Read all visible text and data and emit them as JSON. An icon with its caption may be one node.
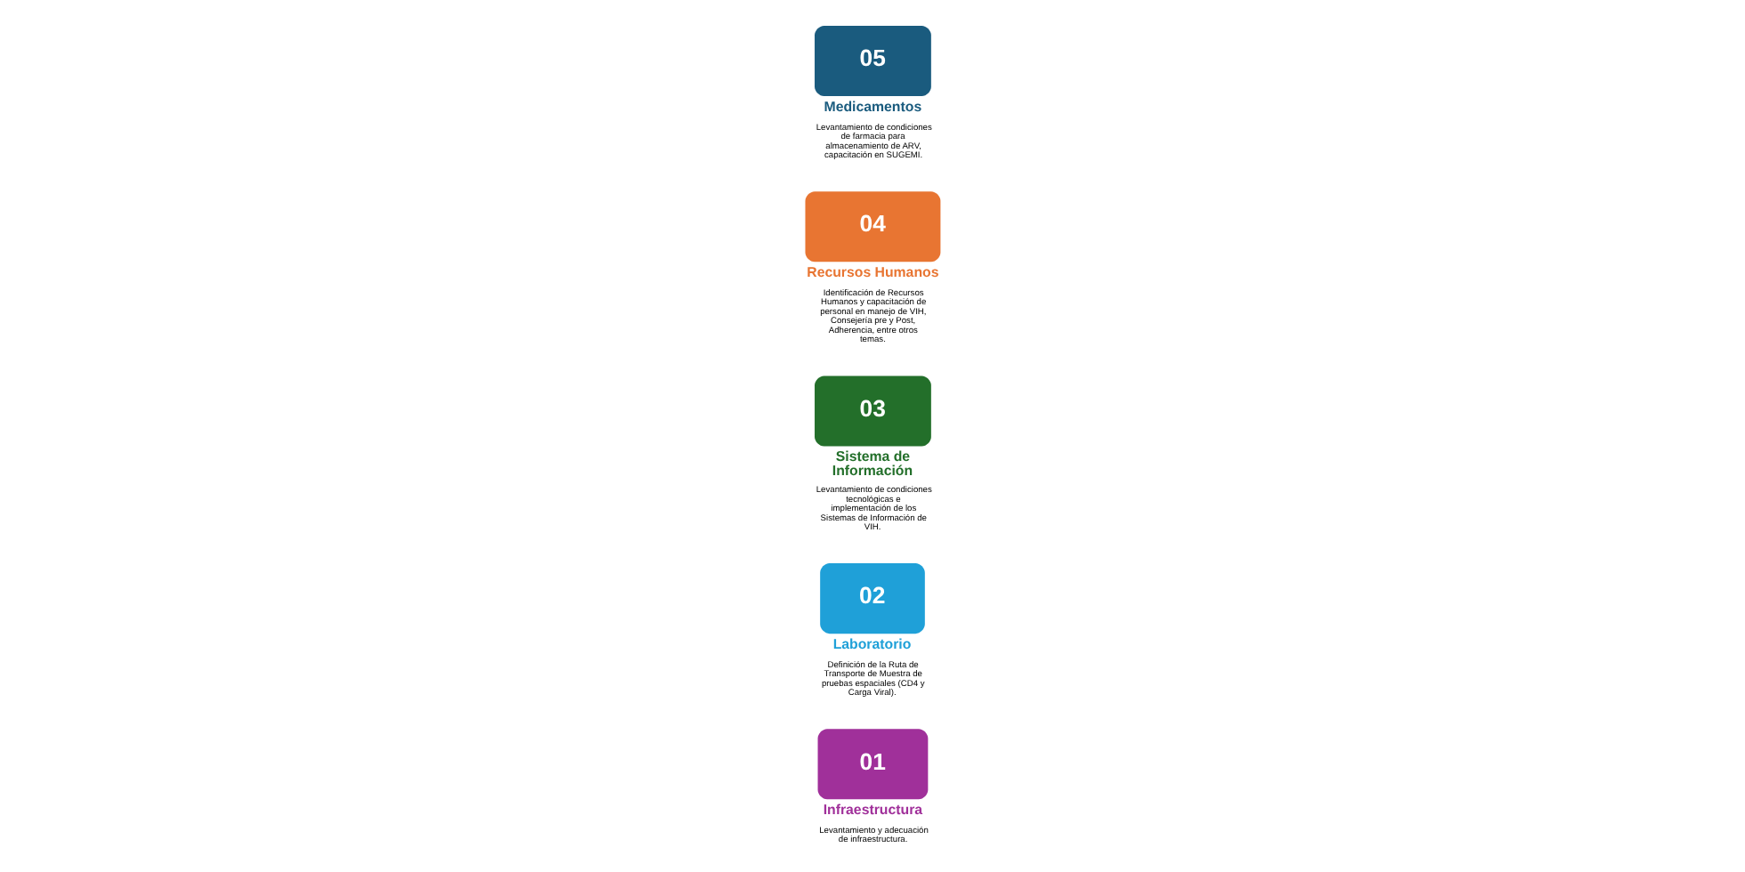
{
  "diagram": {
    "nodes": [
      {
        "text": [
          "01"
        ],
        "beside": [
          "Infraestructura",
          "Levantamiento y adecuación de infraestructura."
        ]
      },
      {
        "text": [
          "02"
        ],
        "beside": [
          "Laboratorio",
          "Definición de la Ruta de Transporte de Muestra de pruebas espaciales (CD4 y Carga Viral)."
        ]
      },
      {
        "text": [
          "03"
        ],
        "beside": [
          "Sistema de Información",
          "Levantamiento de condiciones tecnológicas e implementación de los Sistemas de Información de VIH."
        ]
      },
      {
        "text": [
          "04"
        ],
        "beside": [
          "Recursos Humanos",
          "Identificación de Recursos Humanos y capacitación de personal en manejo de VIH, Consejería pre y Post, Adherencia, entre otros temas."
        ]
      },
      {
        "text": [
          "05"
        ],
        "beside": [
          "Medicamentos",
          "Levantamiento de condiciones de farmacia para almacenamiento de ARV, capacitación en SUGEMI."
        ]
      }
    ],
    "edges": []
  }
}
